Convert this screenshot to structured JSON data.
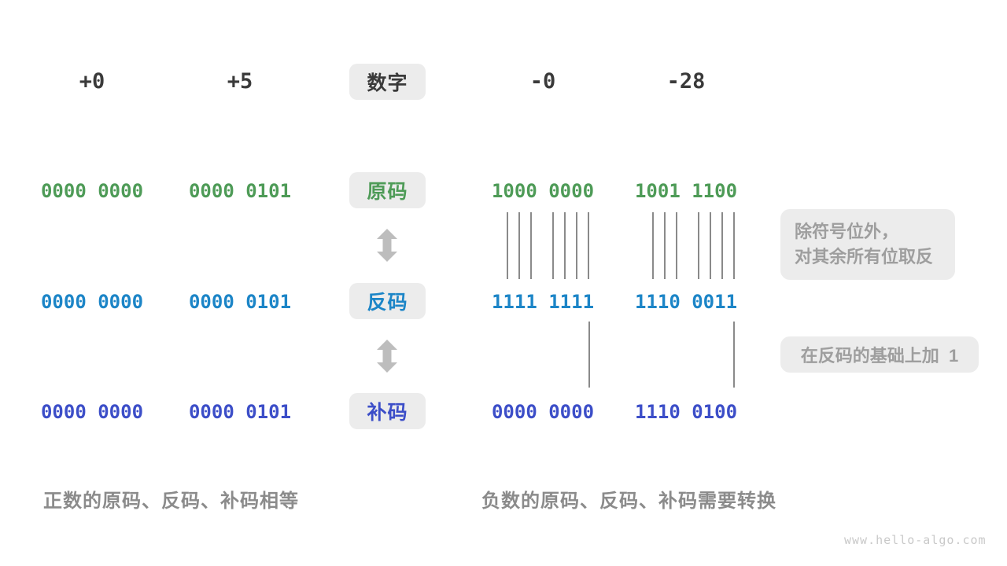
{
  "title": "sign-magnitude / ones-complement / twos-complement conversion diagram",
  "colors": {
    "sign_magnitude": "#4E9B57",
    "ones_complement": "#1C85C7",
    "twos_complement": "#3C4EC8",
    "label_dark": "#3A3A3A",
    "box_background": "#ECECEC",
    "note_text": "#9E9E9E",
    "caption_text": "#8B8B8B",
    "arrow": "#BDBDBD"
  },
  "matrix": {
    "header_label": "数字",
    "headers": [
      "+0",
      "+5",
      "-0",
      "-28"
    ],
    "rows": [
      {
        "label": "原码",
        "values": [
          "0000 0000",
          "0000 0101",
          "1000 0000",
          "1001 1100"
        ]
      },
      {
        "label": "反码",
        "values": [
          "0000 0000",
          "0000 0101",
          "1111 1111",
          "1110 0011"
        ]
      },
      {
        "label": "补码",
        "values": [
          "0000 0000",
          "0000 0101",
          "0000 0000",
          "1110 0100"
        ]
      }
    ]
  },
  "annotations": {
    "invert_line1": "除符号位外，",
    "invert_line2": "对其余所有位取反",
    "add_one": "在反码的基础上加  1"
  },
  "captions": {
    "positive": "正数的原码、反码、补码相等",
    "negative": "负数的原码、反码、补码需要转换"
  },
  "watermark": "www.hello-algo.com"
}
